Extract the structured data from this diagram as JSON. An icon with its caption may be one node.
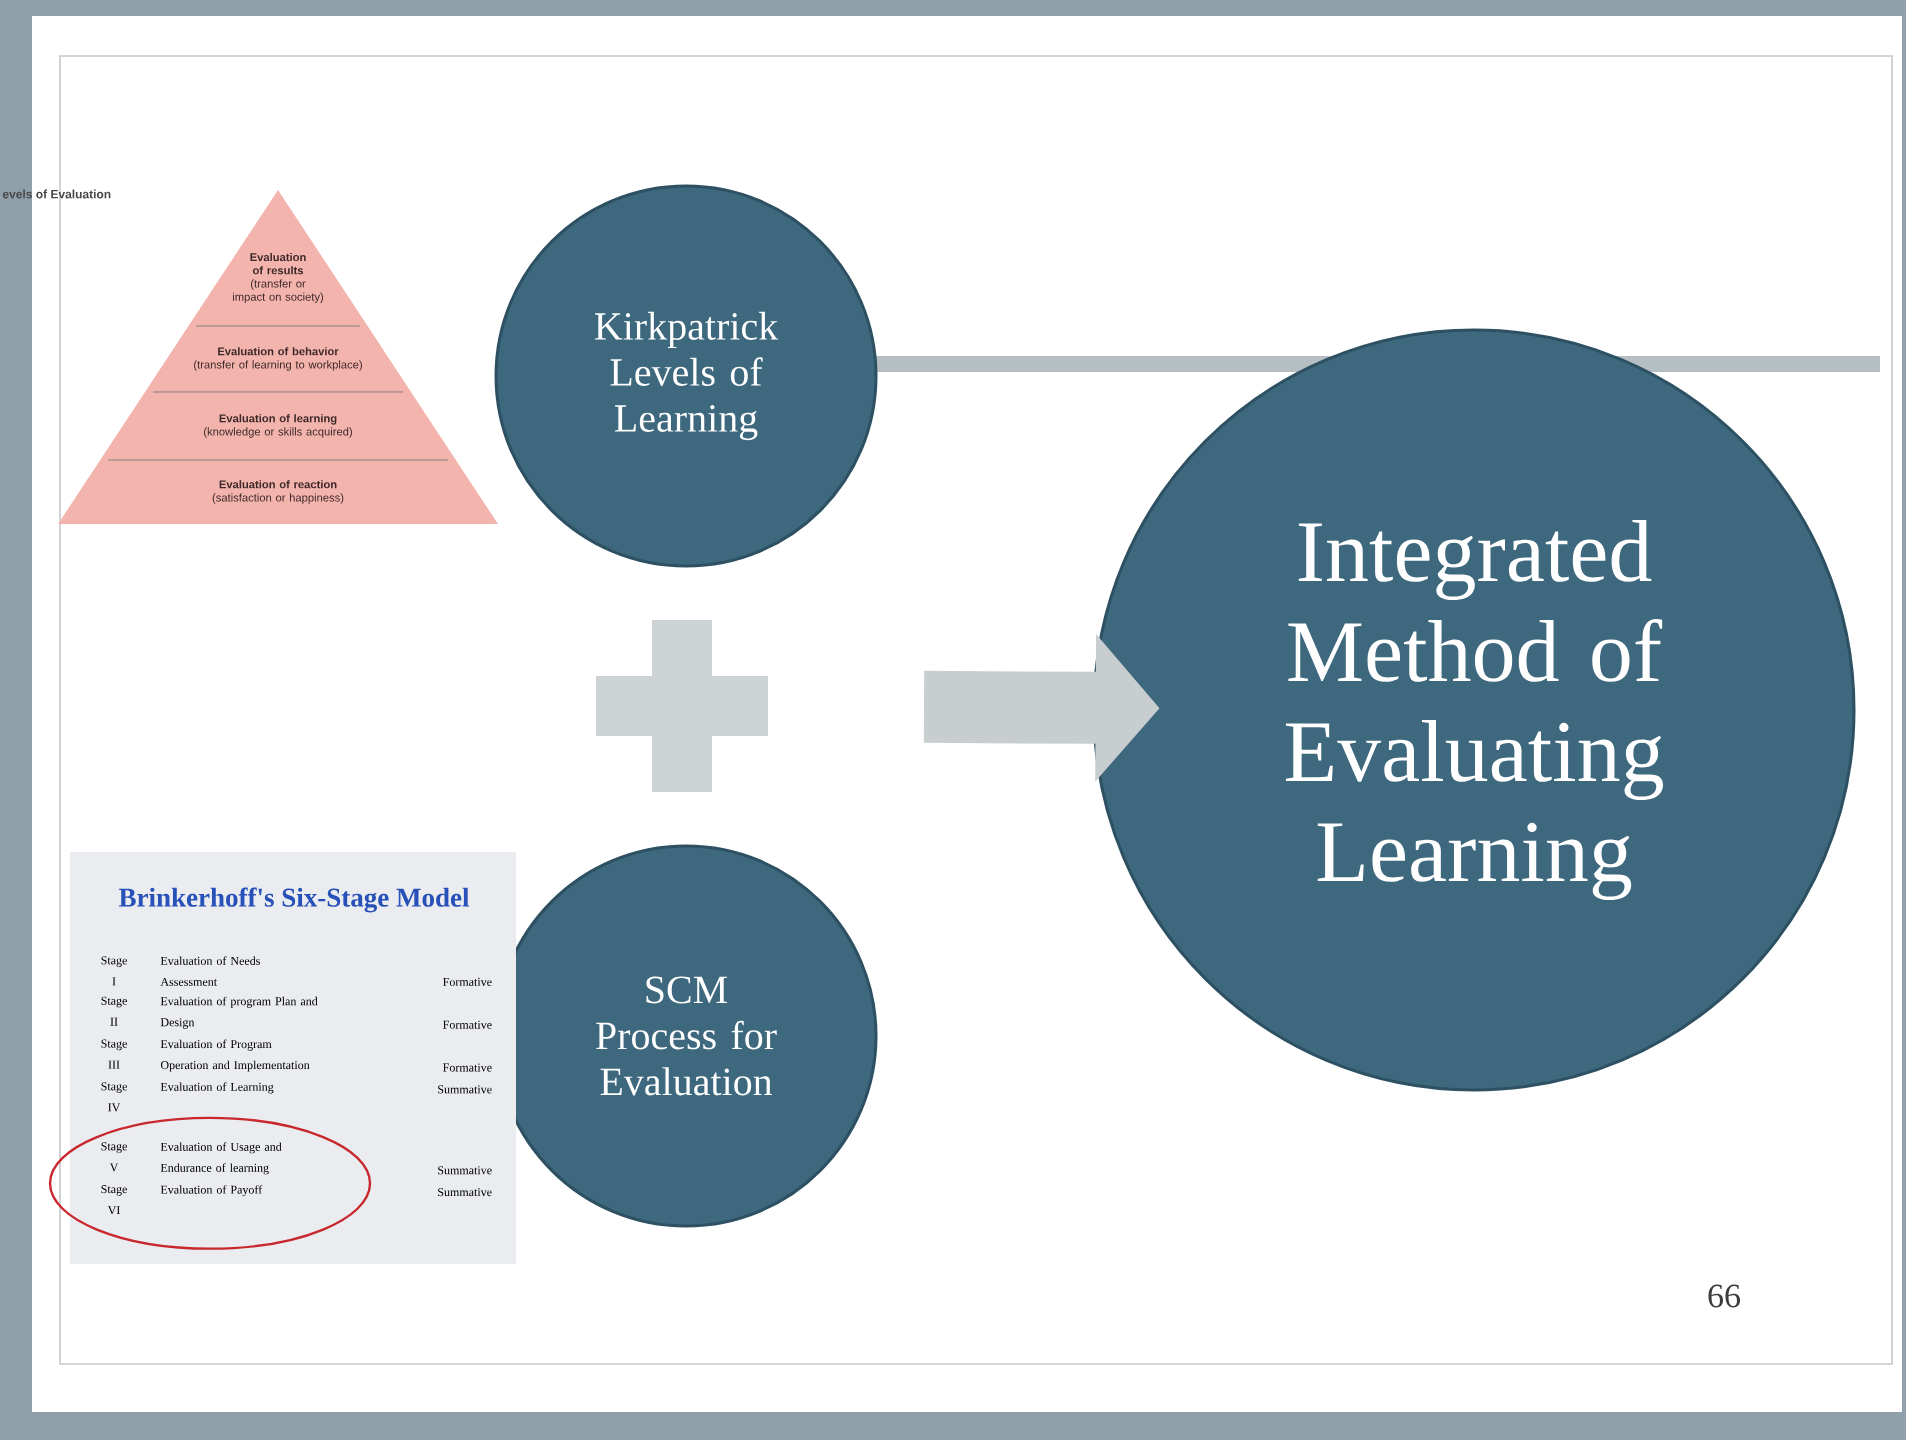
{
  "diagram": {
    "nodes": [
      {
        "text": [
          "Evaluation of results",
          "(transfer or impact on society)"
        ]
      },
      {
        "text": [
          "Evaluation of behavior",
          "(transfer of learning to workplace)"
        ]
      },
      {
        "text": [
          "Evaluation of learning",
          "(knowledge or skills acquired)"
        ]
      },
      {
        "text": [
          "Evaluation of reaction",
          "(satisfaction or happiness)"
        ]
      },
      {
        "text": [
          "Kirkpatrick Levels of Learning"
        ]
      },
      {
        "text": [],
        "shape": "cross"
      },
      {
        "text": [
          "SCM Process for Evaluation"
        ]
      },
      {
        "text": [
          "Integrated Method of Evaluating Learning"
        ]
      }
    ],
    "edges": [
      {
        "from": null,
        "to": 7,
        "arrow": "to"
      }
    ],
    "labels": [
      "evels of Evaluation",
      "Brinkerhoff's Six-Stage Model",
      "Stage I",
      "Evaluation of Needs Assessment",
      "Formative",
      "Stage II",
      "Evaluation of program Plan and Design",
      "Formative",
      "Stage III",
      "Evaluation of Program Operation and Implementation",
      "Formative",
      "Stage IV",
      "Evaluation of Learning",
      "Summative",
      "Stage V",
      "Evaluation of Usage and Endurance of learning",
      "Summative",
      "Stage VI",
      "Evaluation of Payoff",
      "Summative",
      "66"
    ]
  }
}
